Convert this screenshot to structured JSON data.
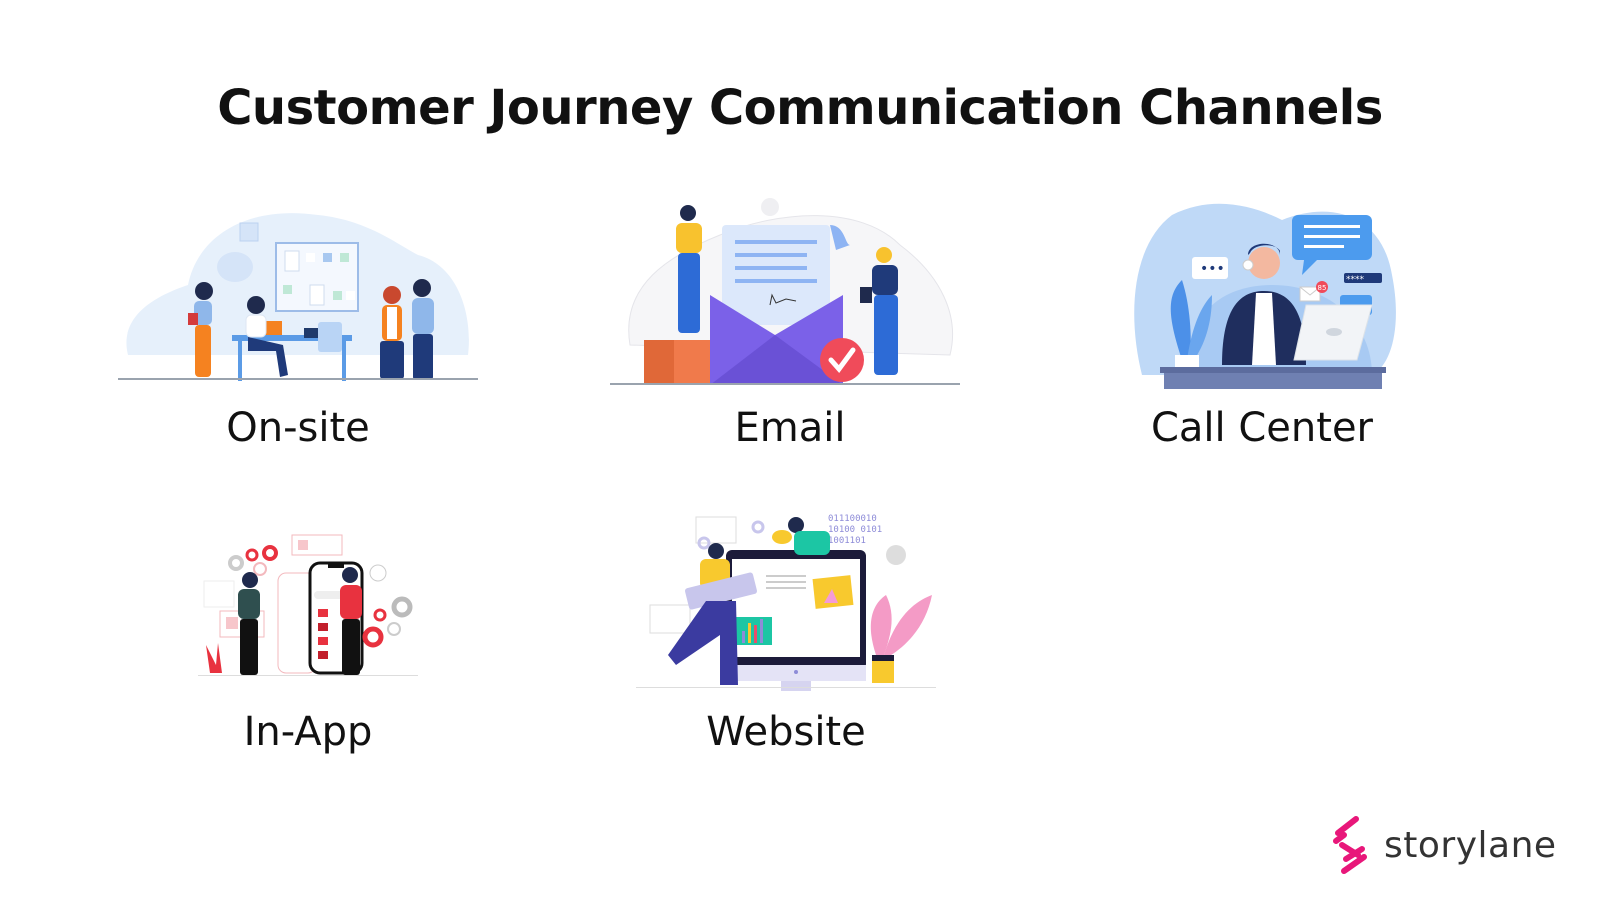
{
  "title": "Customer Journey Communication Channels",
  "channels": [
    {
      "id": "on-site",
      "label": "On-site",
      "illustration": "team-meeting-office-illustration"
    },
    {
      "id": "email",
      "label": "Email",
      "illustration": "envelope-letter-checkmark-illustration"
    },
    {
      "id": "call-center",
      "label": "Call Center",
      "illustration": "headset-agent-laptop-illustration"
    },
    {
      "id": "in-app",
      "label": "In-App",
      "illustration": "smartphone-app-screens-illustration"
    },
    {
      "id": "website",
      "label": "Website",
      "illustration": "desktop-monitor-web-layout-illustration"
    }
  ],
  "call_center_badge": "85",
  "website_binary": [
    "011100010",
    "10100 0101",
    "1001101"
  ],
  "brand": {
    "name": "storylane",
    "logo_color": "#E8177A",
    "text_color": "#333333"
  },
  "colors": {
    "title": "#111111",
    "light_blue_bg": "#E6F0FB",
    "call_center_bg": "#BFD9F7",
    "email_envelope": "#7B61E8",
    "check_red": "#F04B5A",
    "inapp_red": "#E8323F",
    "website_yellow": "#F8C92E"
  }
}
